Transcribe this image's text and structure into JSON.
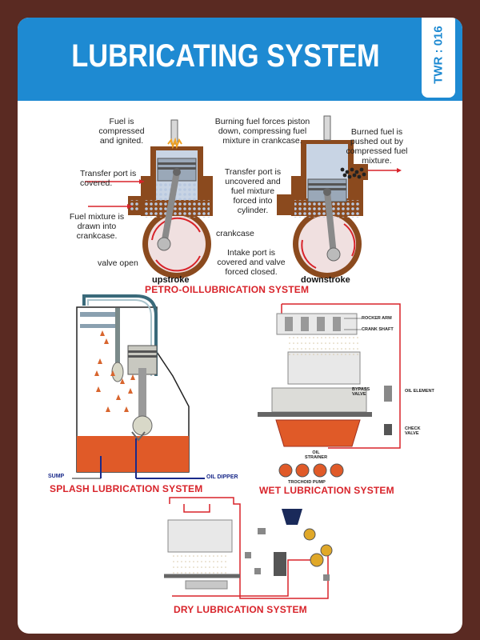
{
  "header": {
    "title": "LUBRICATING SYSTEM",
    "code": "TWR : 016"
  },
  "colors": {
    "banner": "#1e8ad2",
    "frame": "#5a2a22",
    "caption": "#d8232a",
    "oil": "#e05a28"
  },
  "petro": {
    "caption": "PETRO-OILLUBRICATION SYSTEM",
    "upstroke": "upstroke",
    "downstroke": "downstroke",
    "labels": {
      "fuel_compressed": "Fuel is compressed and ignited.",
      "burning_fuel": "Burning fuel forces piston down, compressing fuel mixture in crankcase.",
      "burned_fuel": "Burned fuel is pushed out by compressed fuel mixture.",
      "transfer_covered": "Transfer port is covered.",
      "transfer_uncovered": "Transfer port is uncovered and fuel mixture forced into cylinder.",
      "fuel_mixture_drawn": "Fuel mixture is drawn into crankcase.",
      "crankcase": "crankcase",
      "valve_open": "valve open",
      "intake_covered": "Intake port is covered and valve forced closed."
    }
  },
  "splash": {
    "caption": "SPLASH LUBRICATION SYSTEM",
    "sump": "SUMP",
    "oil_dipper": "OIL DIPPER"
  },
  "wet": {
    "caption": "WET LUBRICATION SYSTEM",
    "rocker_arm": "ROCKER ARM",
    "crank_shaft": "CRANK SHAFT",
    "bypass_valve": "BYPASS VALVE",
    "oil_element": "OIL ELEMENT",
    "check_valve": "CHECK VALVE",
    "oil_strainer": "OIL STRAINER",
    "trochoid_pump": "TROCHOID PUMP"
  },
  "dry": {
    "caption": "DRY LUBRICATION SYSTEM"
  }
}
